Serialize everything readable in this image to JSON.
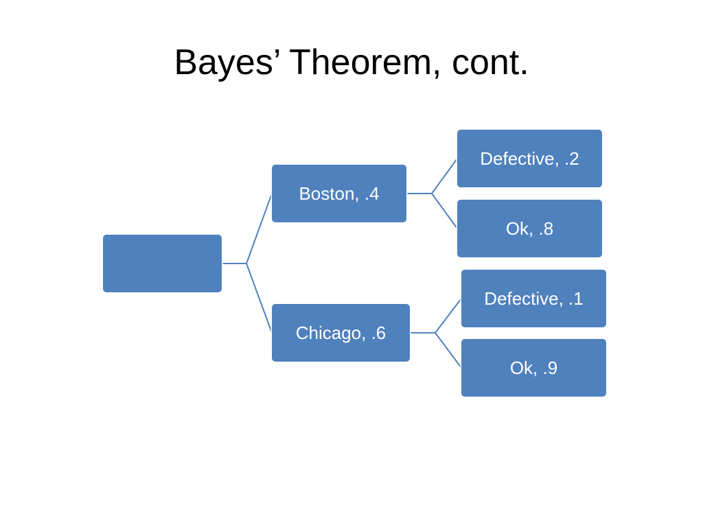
{
  "slide": {
    "title": "Bayes’ Theorem, cont."
  },
  "tree": {
    "root": {
      "label": ""
    },
    "branches": [
      {
        "label": "Boston, .4",
        "children": [
          {
            "label": "Defective, .2"
          },
          {
            "label": "Ok, .8"
          }
        ]
      },
      {
        "label": "Chicago, .6",
        "children": [
          {
            "label": "Defective, .1"
          },
          {
            "label": "Ok, .9"
          }
        ]
      }
    ]
  },
  "colors": {
    "node_fill": "#4f81bd",
    "connector": "#4f81bd",
    "node_text": "#ffffff"
  }
}
